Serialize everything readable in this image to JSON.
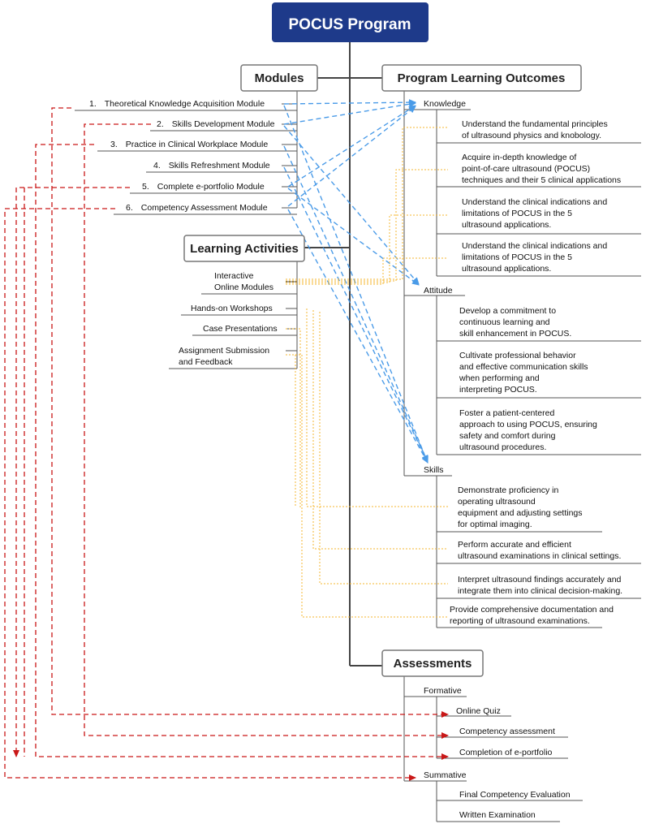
{
  "title": "POCUS Program",
  "headers": {
    "modules": "Modules",
    "outcomes": "Program Learning Outcomes",
    "activities": "Learning Activities",
    "assessments": "Assessments"
  },
  "modules": [
    {
      "num": "1.",
      "label": "Theoretical Knowledge Acquisition Module"
    },
    {
      "num": "2.",
      "label": "Skills Development Module"
    },
    {
      "num": "3.",
      "label": "Practice in Clinical Workplace Module"
    },
    {
      "num": "4.",
      "label": "Skills Refreshment Module"
    },
    {
      "num": "5.",
      "label": "Complete e-portfolio Module"
    },
    {
      "num": "6.",
      "label": "Competency Assessment Module"
    }
  ],
  "activities": [
    {
      "lines": [
        "Interactive",
        "Online Modules"
      ]
    },
    {
      "lines": [
        "Hands-on Workshops"
      ]
    },
    {
      "lines": [
        "Case Presentations"
      ]
    },
    {
      "lines": [
        "Assignment Submission",
        "and Feedback"
      ]
    }
  ],
  "outcomes": {
    "knowledge": {
      "label": "Knowledge",
      "items": [
        [
          "Understand the fundamental principles",
          "of ultrasound physics and knobology."
        ],
        [
          "Acquire in-depth knowledge of",
          "point-of-care ultrasound (POCUS)",
          "techniques and their 5 clinical applications"
        ],
        [
          "Understand the clinical indications and",
          "limitations of POCUS in the 5",
          "ultrasound applications."
        ],
        [
          "Understand the clinical indications and",
          "limitations of POCUS in the 5",
          "ultrasound applications."
        ]
      ]
    },
    "attitude": {
      "label": "Attitude",
      "items": [
        [
          "Develop a commitment to",
          "continuous learning and",
          "skill enhancement in POCUS."
        ],
        [
          "Cultivate professional behavior",
          "and effective communication skills",
          "when performing and",
          "interpreting POCUS."
        ],
        [
          "Foster a patient-centered",
          "approach to using POCUS, ensuring",
          "safety and comfort during",
          "ultrasound procedures."
        ]
      ]
    },
    "skills": {
      "label": "Skills",
      "items": [
        [
          "Demonstrate proficiency in",
          "operating ultrasound",
          "equipment and adjusting settings",
          "for optimal imaging."
        ],
        [
          "Perform accurate and efficient",
          "ultrasound examinations in clinical settings."
        ],
        [
          "Interpret ultrasound findings accurately and",
          "integrate them into clinical decision-making."
        ],
        [
          "Provide comprehensive documentation and",
          "reporting of ultrasound examinations."
        ]
      ]
    }
  },
  "assessments": {
    "formative": {
      "label": "Formative",
      "items": [
        "Online Quiz",
        "Competency assessment",
        "Completion of e-portfolio"
      ]
    },
    "summative": {
      "label": "Summative",
      "items": [
        "Final Competency Evaluation",
        "Written Examination"
      ]
    }
  },
  "colors": {
    "title_bg": "#1e3a8a",
    "module_link": "#4a9be8",
    "assessment_link": "#c91818",
    "activity_link": "#f5b731"
  }
}
